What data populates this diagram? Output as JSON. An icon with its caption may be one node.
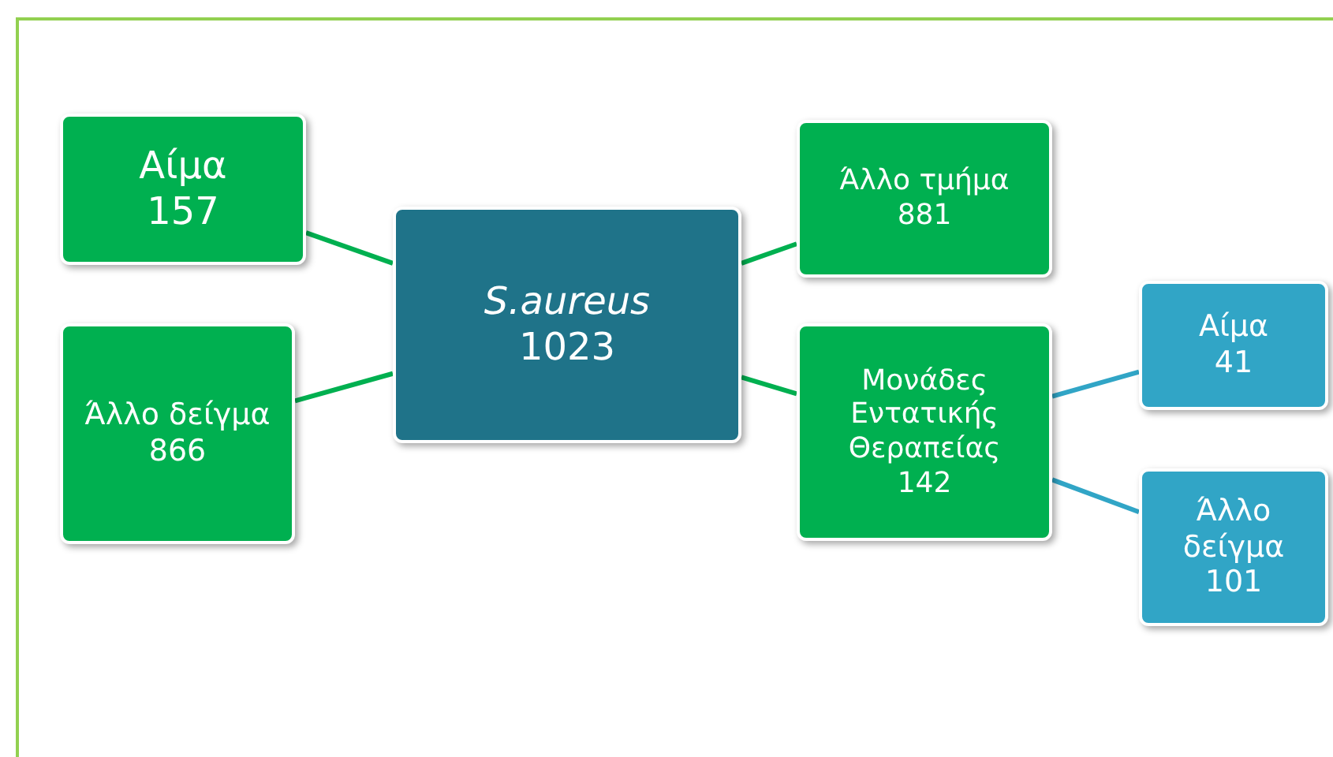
{
  "diagram": {
    "nodes": [
      {
        "text": [
          "Αίμα",
          "157"
        ]
      },
      {
        "text": [
          "Άλλο δείγμα",
          "866"
        ]
      },
      {
        "text": [
          "*S.aureus*",
          "1023"
        ]
      },
      {
        "text": [
          "Άλλο τμήμα",
          "881"
        ]
      },
      {
        "text": [
          "Μονάδες Εντατικής Θεραπείας",
          "142"
        ]
      },
      {
        "text": [
          "Αίμα",
          "41"
        ]
      },
      {
        "text": [
          "Άλλο δείγμα",
          "101"
        ]
      }
    ],
    "edges": [
      {
        "from": 0,
        "to": 2,
        "arrow": "none"
      },
      {
        "from": 1,
        "to": 2,
        "arrow": "none"
      },
      {
        "from": 2,
        "to": 3,
        "arrow": "none"
      },
      {
        "from": 2,
        "to": 4,
        "arrow": "none"
      },
      {
        "from": 4,
        "to": 5,
        "arrow": "none",
        "color": "#31a5c6"
      },
      {
        "from": 4,
        "to": 6,
        "arrow": "none",
        "color": "#31a5c6"
      }
    ]
  }
}
